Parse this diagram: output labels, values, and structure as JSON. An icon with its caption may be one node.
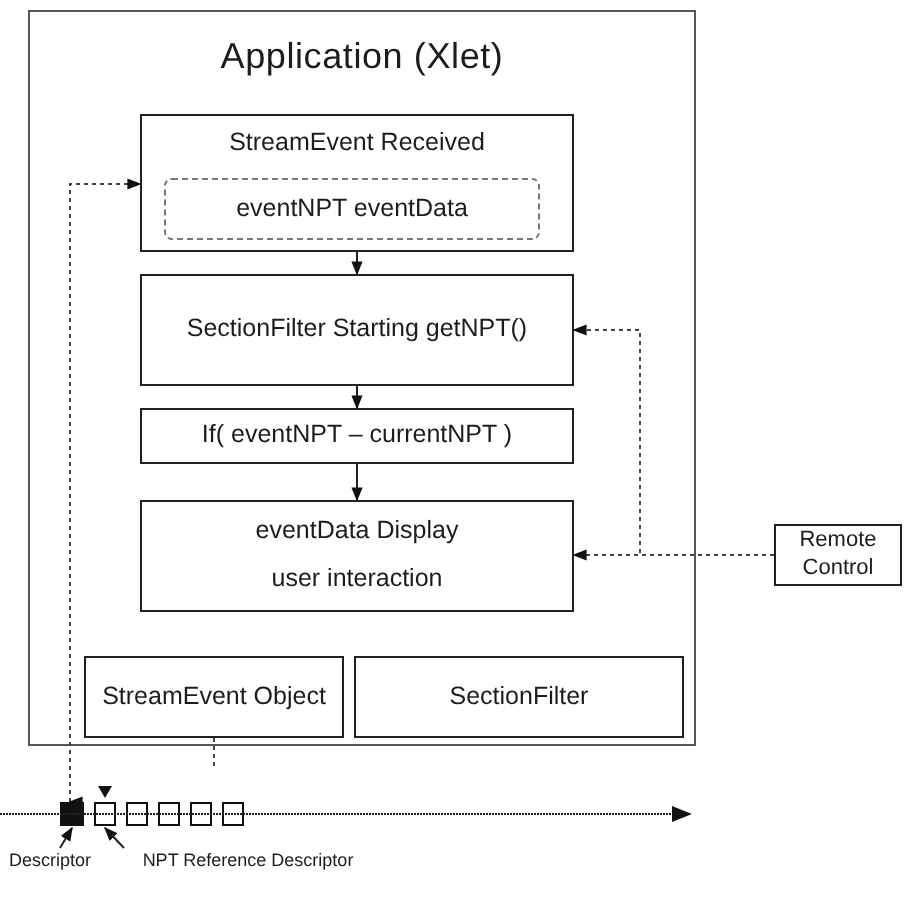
{
  "diagram": {
    "nodes": [
      {
        "text": [
          "Application (Xlet)"
        ]
      },
      {
        "text": [
          "StreamEvent Received"
        ],
        "in": 0
      },
      {
        "text": [
          "eventNPT  eventData"
        ],
        "in": 1
      },
      {
        "text": [
          "SectionFilter Starting getNPT()"
        ],
        "in": 0
      },
      {
        "text": [
          "If( eventNPT – currentNPT )"
        ],
        "in": 0
      },
      {
        "text": [
          "eventData Display",
          "user interaction"
        ],
        "in": 0
      },
      {
        "text": [
          "StreamEvent Object"
        ],
        "in": 0
      },
      {
        "text": [
          "SectionFilter"
        ],
        "in": 0
      },
      {
        "text": [
          "Remote Control"
        ]
      },
      {
        "text": [
          "Descriptor"
        ]
      },
      {
        "text": [
          "NPT Reference Descriptor"
        ]
      },
      {
        "text": [],
        "shape": "box"
      },
      {
        "text": [],
        "shape": "box"
      },
      {
        "text": [],
        "shape": "box"
      },
      {
        "text": [],
        "shape": "box"
      },
      {
        "text": [],
        "shape": "box"
      },
      {
        "text": [],
        "shape": "box"
      }
    ],
    "edges": [
      {
        "from": 1,
        "to": 3,
        "arrow": "to"
      },
      {
        "from": 3,
        "to": 4,
        "arrow": "to"
      },
      {
        "from": 4,
        "to": 5,
        "arrow": "to"
      },
      {
        "from": 8,
        "to": 5,
        "arrow": "to",
        "style": "dashed"
      },
      {
        "from": 8,
        "to": 3,
        "arrow": "to",
        "style": "dashed"
      },
      {
        "from": 11,
        "to": 1,
        "arrow": "both",
        "style": "dashed"
      },
      {
        "from": 6,
        "to": null,
        "arrow": "none",
        "style": "dashed"
      },
      {
        "from": 9,
        "to": 11,
        "arrow": "to"
      },
      {
        "from": 10,
        "to": 12,
        "arrow": "to"
      }
    ]
  }
}
